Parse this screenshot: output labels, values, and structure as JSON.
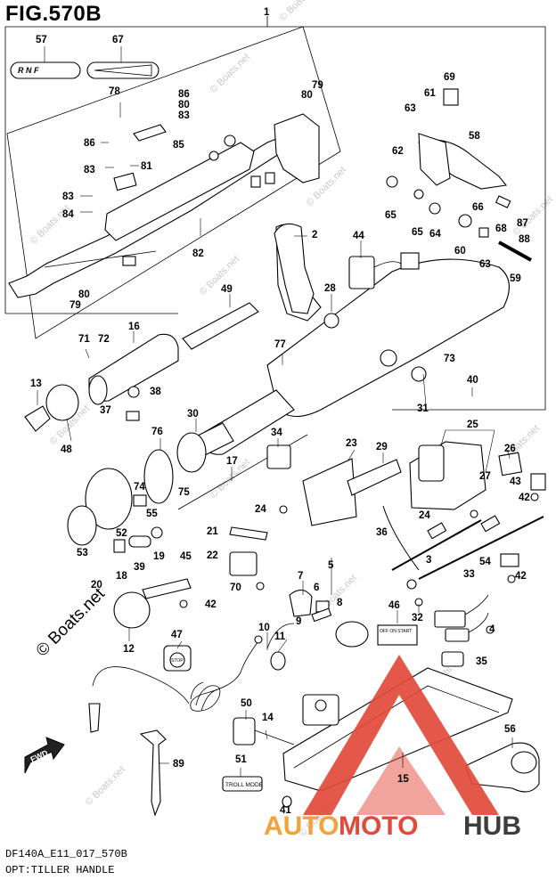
{
  "figure": {
    "title": "FIG.570B",
    "model_code": "DF140A_E11_017_570B",
    "caption": "OPT:TILLER HANDLE"
  },
  "watermark": {
    "text": "© Boats.net",
    "large_text": "© Boats.net"
  },
  "logo": {
    "part1": "AUTO",
    "part2": "MOTO",
    "part3": "HUB",
    "colors": {
      "auto": "#f2a23a",
      "moto": "#e14a3a",
      "hub": "#3d3d3d",
      "triangle": "#e14a3a"
    }
  },
  "labels": {
    "shift_plate": "R N F",
    "switch_plate": "OFF ON START",
    "troll_mode": "TROLL MODE",
    "fwd_arrow": "FWD",
    "stop": "STOP"
  },
  "parts": [
    {
      "no": "1"
    },
    {
      "no": "2"
    },
    {
      "no": "3"
    },
    {
      "no": "4"
    },
    {
      "no": "5"
    },
    {
      "no": "6"
    },
    {
      "no": "7"
    },
    {
      "no": "8"
    },
    {
      "no": "9"
    },
    {
      "no": "10"
    },
    {
      "no": "11"
    },
    {
      "no": "12"
    },
    {
      "no": "13"
    },
    {
      "no": "14"
    },
    {
      "no": "15"
    },
    {
      "no": "16"
    },
    {
      "no": "17"
    },
    {
      "no": "18"
    },
    {
      "no": "19"
    },
    {
      "no": "20"
    },
    {
      "no": "21"
    },
    {
      "no": "22"
    },
    {
      "no": "23"
    },
    {
      "no": "24"
    },
    {
      "no": "24"
    },
    {
      "no": "24"
    },
    {
      "no": "25"
    },
    {
      "no": "26"
    },
    {
      "no": "27"
    },
    {
      "no": "28"
    },
    {
      "no": "29"
    },
    {
      "no": "30"
    },
    {
      "no": "31"
    },
    {
      "no": "32"
    },
    {
      "no": "33"
    },
    {
      "no": "34"
    },
    {
      "no": "35"
    },
    {
      "no": "36"
    },
    {
      "no": "37"
    },
    {
      "no": "38"
    },
    {
      "no": "39"
    },
    {
      "no": "40"
    },
    {
      "no": "41"
    },
    {
      "no": "42"
    },
    {
      "no": "42"
    },
    {
      "no": "42"
    },
    {
      "no": "43"
    },
    {
      "no": "44"
    },
    {
      "no": "45"
    },
    {
      "no": "46"
    },
    {
      "no": "47"
    },
    {
      "no": "48"
    },
    {
      "no": "49"
    },
    {
      "no": "50"
    },
    {
      "no": "51"
    },
    {
      "no": "52"
    },
    {
      "no": "53"
    },
    {
      "no": "54"
    },
    {
      "no": "55"
    },
    {
      "no": "56"
    },
    {
      "no": "57"
    },
    {
      "no": "58"
    },
    {
      "no": "59"
    },
    {
      "no": "60"
    },
    {
      "no": "61"
    },
    {
      "no": "62"
    },
    {
      "no": "63"
    },
    {
      "no": "63"
    },
    {
      "no": "64"
    },
    {
      "no": "65"
    },
    {
      "no": "65"
    },
    {
      "no": "66"
    },
    {
      "no": "67"
    },
    {
      "no": "68"
    },
    {
      "no": "69"
    },
    {
      "no": "70"
    },
    {
      "no": "71"
    },
    {
      "no": "72"
    },
    {
      "no": "73"
    },
    {
      "no": "74"
    },
    {
      "no": "75"
    },
    {
      "no": "76"
    },
    {
      "no": "77"
    },
    {
      "no": "78"
    },
    {
      "no": "79"
    },
    {
      "no": "79"
    },
    {
      "no": "80"
    },
    {
      "no": "80"
    },
    {
      "no": "80"
    },
    {
      "no": "81"
    },
    {
      "no": "82"
    },
    {
      "no": "83"
    },
    {
      "no": "83"
    },
    {
      "no": "83"
    },
    {
      "no": "84"
    },
    {
      "no": "85"
    },
    {
      "no": "86"
    },
    {
      "no": "86"
    },
    {
      "no": "87"
    },
    {
      "no": "88"
    },
    {
      "no": "89"
    }
  ]
}
